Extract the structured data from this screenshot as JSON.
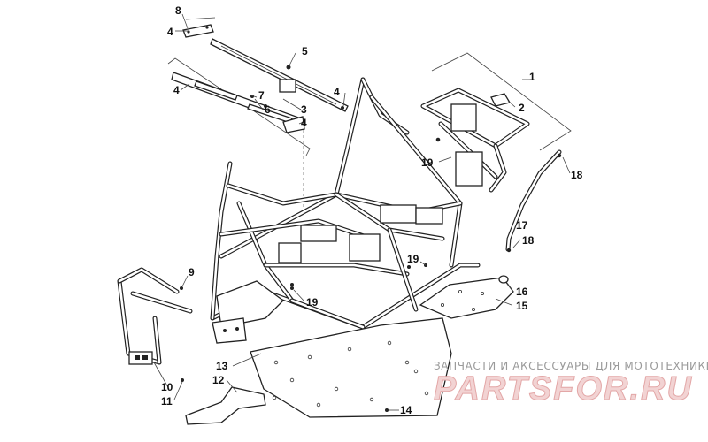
{
  "callouts": [
    {
      "id": "c1",
      "label": "1"
    },
    {
      "id": "c2",
      "label": "2"
    },
    {
      "id": "c3",
      "label": "3"
    },
    {
      "id": "c4a",
      "label": "4"
    },
    {
      "id": "c4b",
      "label": "4"
    },
    {
      "id": "c4c",
      "label": "4"
    },
    {
      "id": "c4d",
      "label": "4"
    },
    {
      "id": "c5",
      "label": "5"
    },
    {
      "id": "c6",
      "label": "6"
    },
    {
      "id": "c7",
      "label": "7"
    },
    {
      "id": "c8",
      "label": "8"
    },
    {
      "id": "c9",
      "label": "9"
    },
    {
      "id": "c10",
      "label": "10"
    },
    {
      "id": "c11",
      "label": "11"
    },
    {
      "id": "c12",
      "label": "12"
    },
    {
      "id": "c13",
      "label": "13"
    },
    {
      "id": "c14",
      "label": "14"
    },
    {
      "id": "c15",
      "label": "15"
    },
    {
      "id": "c16",
      "label": "16"
    },
    {
      "id": "c17",
      "label": "17"
    },
    {
      "id": "c18a",
      "label": "18"
    },
    {
      "id": "c18b",
      "label": "18"
    },
    {
      "id": "c19a",
      "label": "19"
    },
    {
      "id": "c19b",
      "label": "19"
    },
    {
      "id": "c19c",
      "label": "19"
    }
  ],
  "watermark": {
    "tagline": "ЗАПЧАСТИ И АКСЕССУАРЫ ДЛЯ МОТОТЕХНИКИ",
    "brand": "PARTSFOR.RU"
  },
  "colors": {
    "line": "#222222",
    "watermark_text": "#9a9a9a",
    "watermark_brand_fill": "#f2d3d3",
    "watermark_brand_stroke": "#e3a7a7"
  }
}
